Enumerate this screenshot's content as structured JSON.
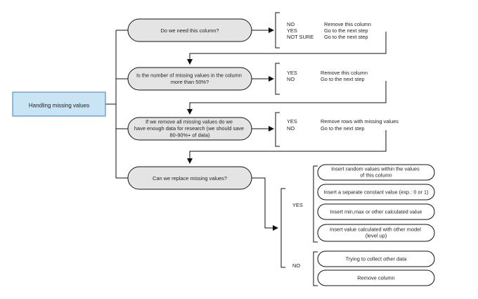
{
  "colors": {
    "root_fill": "#c9e4f5",
    "root_stroke": "#3b7fb6",
    "question_fill": "#e4e4e4",
    "line": "#111111"
  },
  "root": {
    "label": "Handling missing values"
  },
  "questions": [
    {
      "lines": [
        "Do we need this column?"
      ]
    },
    {
      "lines": [
        "Is the number of missing values in the column",
        "more than 50%?"
      ]
    },
    {
      "lines": [
        "If we remove all missing values do we",
        "have enough data for research (we should save",
        "80-90%+ of data)"
      ]
    },
    {
      "lines": [
        "Can we replace missing values?"
      ]
    }
  ],
  "answers": [
    {
      "rows": [
        {
          "key": "NO",
          "value": "Remove this column"
        },
        {
          "key": "YES",
          "value": "Go to the next step"
        },
        {
          "key": "NOT SURE",
          "value": "Go to the next step"
        }
      ]
    },
    {
      "rows": [
        {
          "key": "YES",
          "value": "Remove this column"
        },
        {
          "key": "NO",
          "value": "Go to the next step"
        }
      ]
    },
    {
      "rows": [
        {
          "key": "YES",
          "value": "Remove rows with missing values"
        },
        {
          "key": "NO",
          "value": "Go to the next step"
        }
      ]
    }
  ],
  "replace": {
    "yes_label": "YES",
    "no_label": "NO",
    "yes_options": [
      {
        "lines": [
          "Insert random values within the values",
          "of this column"
        ]
      },
      {
        "lines": [
          "Insert a separate constant value (exp.: 0 or 1)"
        ]
      },
      {
        "lines": [
          "Insert min,max or other calculated value"
        ]
      },
      {
        "lines": [
          "Insert value calculated with other model",
          "(level up)"
        ]
      }
    ],
    "no_options": [
      {
        "lines": [
          "Trying to collect other data"
        ]
      },
      {
        "lines": [
          "Remove column"
        ]
      }
    ]
  }
}
